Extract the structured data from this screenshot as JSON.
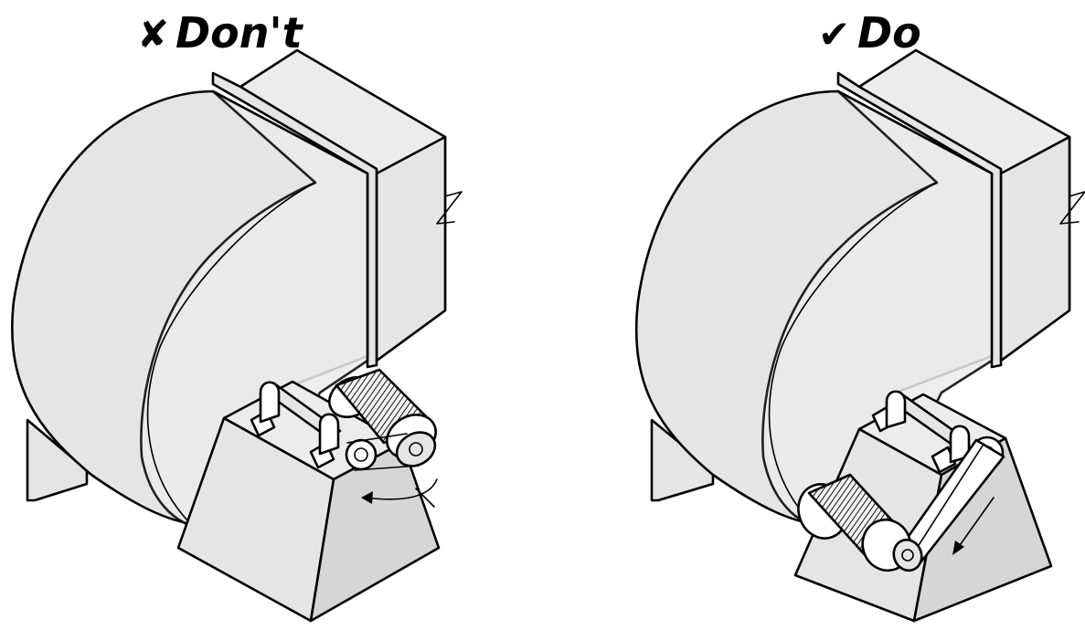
{
  "panels": [
    {
      "id": "dont",
      "label": "Don't",
      "mark": "✘",
      "mark_icon": "cross-icon"
    },
    {
      "id": "do",
      "label": "Do",
      "mark": "✔",
      "mark_icon": "check-icon"
    }
  ],
  "colors": {
    "housing": "#e5e5e5",
    "outline": "#000000",
    "background": "#ffffff"
  }
}
